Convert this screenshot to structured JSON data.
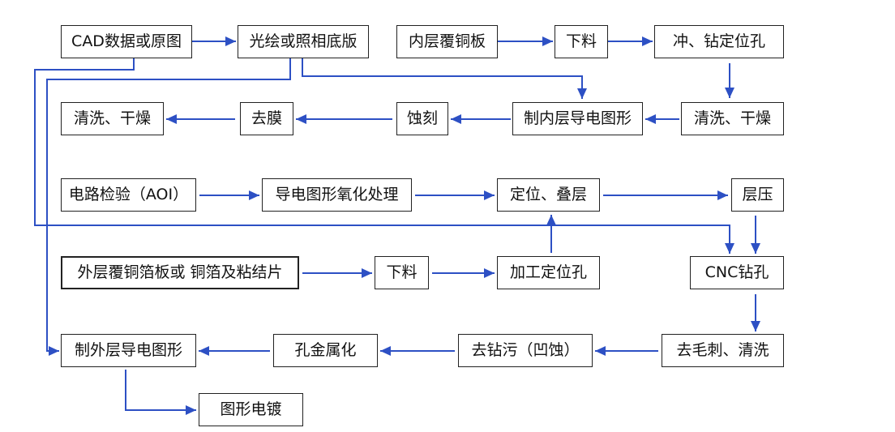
{
  "nodes": {
    "cad_data": "CAD数据或原图",
    "phototool": "光绘或照相底版",
    "inner_laminate": "内层覆铜板",
    "cut_inner": "下料",
    "punch_drill": "冲、钻定位孔",
    "clean_dry_right": "清洗、干燥",
    "inner_pattern": "制内层导电图形",
    "etch": "蚀刻",
    "strip": "去膜",
    "clean_dry_left": "清洗、干燥",
    "aoi": "电路检验（AOI）",
    "oxide": "导电图形氧化处理",
    "layup": "定位、叠层",
    "press": "层压",
    "outer_laminate": "外层覆铜箔板或 铜箔及粘结片",
    "cut_outer": "下料",
    "tooling_holes": "加工定位孔",
    "cnc_drill": "CNC钻孔",
    "deburr_clean": "去毛刺、清洗",
    "desmear": "去钻污（凹蚀）",
    "metallize": "孔金属化",
    "outer_pattern": "制外层导电图形",
    "pattern_plating": "图形电镀"
  },
  "colors": {
    "arrow": "#2d50c4",
    "border": "#222222",
    "text": "#111111"
  }
}
